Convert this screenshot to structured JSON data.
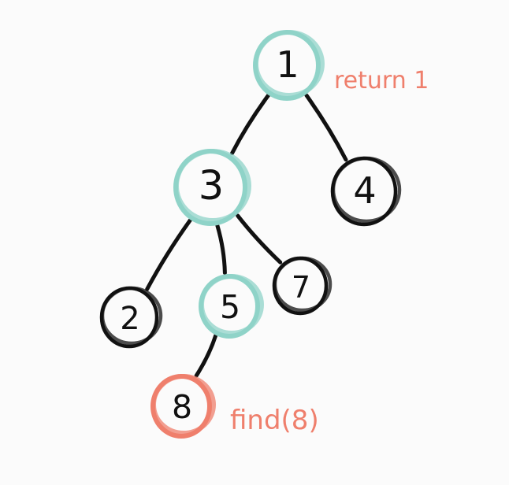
{
  "diagram": {
    "colors": {
      "stroke": "#111111",
      "path_highlight": "#8fd3c8",
      "target_highlight": "#ef7f6c",
      "annotation": "#ef7f6c"
    },
    "nodes": [
      {
        "id": "n1",
        "label": "1",
        "style": "path"
      },
      {
        "id": "n3",
        "label": "3",
        "style": "path"
      },
      {
        "id": "n4",
        "label": "4",
        "style": "plain"
      },
      {
        "id": "n2",
        "label": "2",
        "style": "plain"
      },
      {
        "id": "n5",
        "label": "5",
        "style": "path"
      },
      {
        "id": "n7",
        "label": "7",
        "style": "plain"
      },
      {
        "id": "n8",
        "label": "8",
        "style": "target"
      }
    ],
    "edges": [
      {
        "from": "n1",
        "to": "n3"
      },
      {
        "from": "n1",
        "to": "n4"
      },
      {
        "from": "n3",
        "to": "n2"
      },
      {
        "from": "n3",
        "to": "n5"
      },
      {
        "from": "n3",
        "to": "n7"
      },
      {
        "from": "n5",
        "to": "n8"
      }
    ],
    "annotations": {
      "root_note": "return 1",
      "target_note": "find(8)"
    }
  }
}
